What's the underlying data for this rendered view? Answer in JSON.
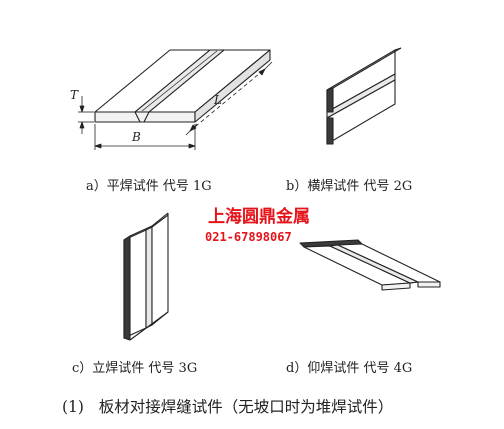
{
  "diagram": {
    "panels": [
      {
        "id": "a",
        "caption": "a）平焊试件  代号 1G"
      },
      {
        "id": "b",
        "caption": "b）横焊试件  代号 2G"
      },
      {
        "id": "c",
        "caption": "c）立焊试件  代号 3G"
      },
      {
        "id": "d",
        "caption": "d）仰焊试件  代号 4G"
      }
    ],
    "dimensions": {
      "thickness": "T",
      "width": "B",
      "length": "L"
    },
    "watermark": {
      "company": "上海圆鼎金属",
      "phone": "021-67898067"
    },
    "figure_caption": "(1)   板材对接焊缝试件（无坡口时为堆焊试件）"
  },
  "colors": {
    "stroke": "#222222",
    "plate_top": "#ffffff",
    "plate_side": "#f2f2f2",
    "bead": "#e9e9e9",
    "watermark": "#e5141b"
  }
}
